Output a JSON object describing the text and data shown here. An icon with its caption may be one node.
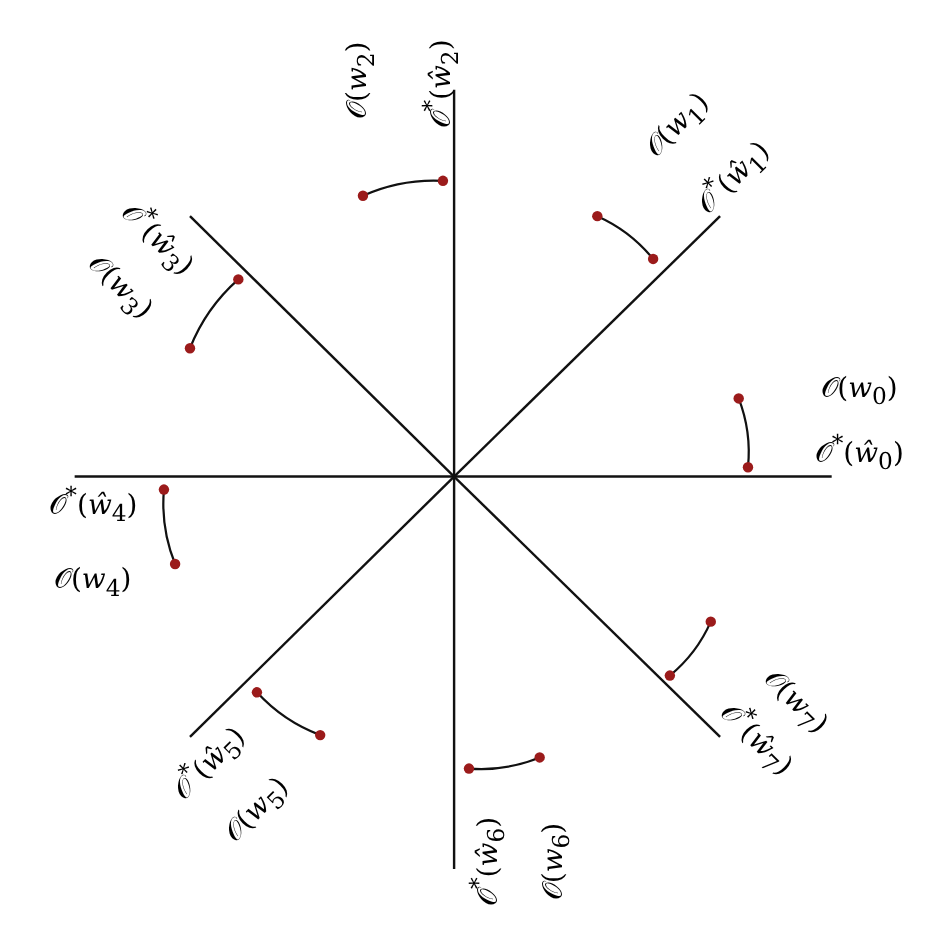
{
  "diagram": {
    "labels": [
      "𝒪(*w*$_{2}$)",
      "𝒪$^{*}$(*ŵ*$_{2}$)",
      "𝒪(*w*$_{1}$)",
      "𝒪$^{*}$(*ŵ*$_{1}$)",
      "𝒪$^{*}$(*ŵ*$_{3}$)",
      "𝒪(*w*$_{3}$)",
      "𝒪(*w*$_{0}$)",
      "𝒪$^{*}$(*ŵ*$_{0}$)",
      "𝒪$^{*}$(*ŵ*$_{4}$)",
      "𝒪(*w*$_{4}$)",
      "𝒪(*w*$_{7}$)",
      "𝒪$^{*}$(*ŵ*$_{7}$)",
      "𝒪$^{*}$(*ŵ*$_{5}$)",
      "𝒪(*w*$_{5}$)",
      "𝒪$^{*}$(*ŵ*$_{6}$)",
      "𝒪(*w*$_{6}$)"
    ]
  }
}
